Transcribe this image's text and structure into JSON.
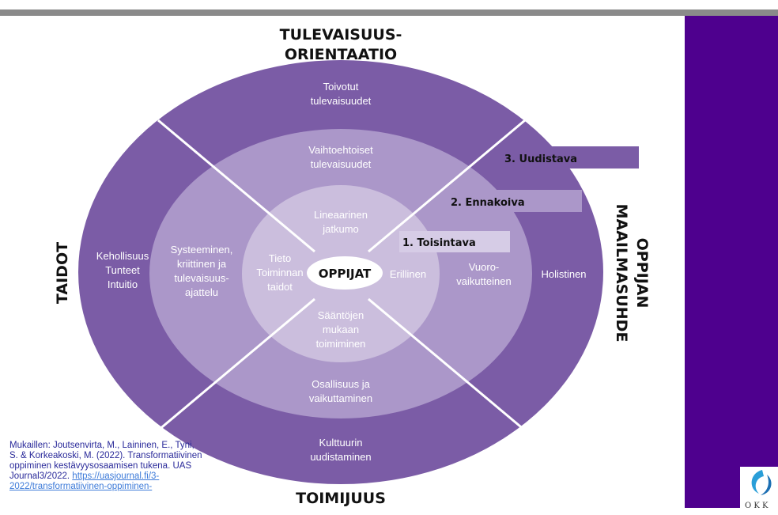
{
  "headings": {
    "top_line1": "TULEVAISUUS-",
    "top_line2": "ORIENTAATIO",
    "left": "TAIDOT",
    "right_line1": "OPPIJAN",
    "right_line2": "MAAILMASUHDE",
    "bottom": "TOIMIJUUS"
  },
  "center": {
    "label": "OPPIJAT"
  },
  "outer_ring": {
    "top_line1": "Toivotut",
    "top_line2": "tulevaisuudet",
    "left_line1": "Kehollisuus",
    "left_line2": "Tunteet",
    "left_line3": "Intuitio",
    "right": "Holistinen",
    "bottom_line1": "Kulttuurin",
    "bottom_line2": "uudistaminen"
  },
  "middle_ring": {
    "top_line1": "Vaihtoehtoiset",
    "top_line2": "tulevaisuudet",
    "left_line1": "Systeeminen,",
    "left_line2": "kriittinen ja",
    "left_line3": "tulevaisuus-",
    "left_line4": "ajattelu",
    "right_line1": "Vuoro-",
    "right_line2": "vaikutteinen",
    "bottom_line1": "Osallisuus ja",
    "bottom_line2": "vaikuttaminen"
  },
  "inner_ring": {
    "top_line1": "Lineaarinen",
    "top_line2": "jatkumo",
    "left_line1": "Tieto",
    "left_line2": "Toiminnan",
    "left_line3": "taidot",
    "right": "Erillinen",
    "bottom_line1": "Sääntöjen",
    "bottom_line2": "mukaan",
    "bottom_line3": "toimiminen"
  },
  "levels": {
    "level1": "1. Toisintava",
    "level2": "2. Ennakoiva",
    "level3": "3. Uudistava"
  },
  "citation": {
    "text": "Mukaillen: Joutsenvirta, M., Laininen, E., Tyni, S. & Korkeakoski, M. (2022). Transformatiivinen oppiminen kestävyysosaamisen tukena. UAS Journal3/2022.",
    "link": "https://uasjournal.fi/3-2022/transformatiivinen-oppiminen-"
  },
  "logo": {
    "text": "O K K"
  },
  "colors": {
    "outer": "#7b5ca6",
    "middle": "#ab97c9",
    "inner": "#cbbedd",
    "center": "#ffffff",
    "panel": "#4e008e",
    "band1": "#d6cce6",
    "band2": "#ab97c9",
    "band3": "#7b5ca6"
  }
}
